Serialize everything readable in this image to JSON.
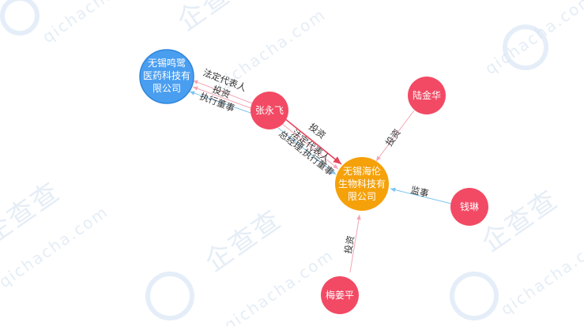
{
  "watermark": {
    "brand": "企查查",
    "domain": "qichacha.com"
  },
  "nodes": {
    "company_left": {
      "lines": [
        "无锡鸣鹭",
        "医药科技有",
        "限公司"
      ],
      "color": "#4a9ef0"
    },
    "zhang": {
      "lines": [
        "张永飞"
      ],
      "color": "#f24a64"
    },
    "lu": {
      "lines": [
        "陆金华"
      ],
      "color": "#f24a64"
    },
    "company_main": {
      "lines": [
        "无锡海伦",
        "生物科技有",
        "限公司"
      ],
      "color": "#f5a10a"
    },
    "qian": {
      "lines": [
        "钱琳"
      ],
      "color": "#f24a64"
    },
    "mei": {
      "lines": [
        "梅姜平"
      ],
      "color": "#f24a64"
    }
  },
  "edges": {
    "zhang_left": {
      "labels": [
        "法定代表人",
        "投资",
        "执行董事"
      ]
    },
    "zhang_main": {
      "labels": [
        "投资",
        "法定代表人",
        "总经理,执行董事"
      ]
    },
    "lu_main": {
      "labels": [
        "投资"
      ]
    },
    "qian_main": {
      "labels": [
        "监事"
      ]
    },
    "mei_main": {
      "labels": [
        "投资"
      ]
    }
  },
  "colors": {
    "edge_pink": "#f4a6b6",
    "edge_red": "#e8425a",
    "edge_blue": "#7ec3ef"
  }
}
